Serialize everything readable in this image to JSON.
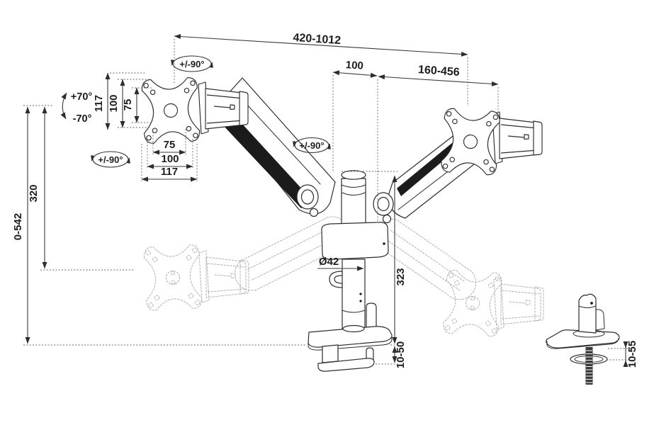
{
  "drawing": {
    "title": "dual-monitor-arm-dimension-drawing",
    "top": {
      "span_total": "420-1012",
      "span_center": "100",
      "span_arm": "160-456"
    },
    "vesa": {
      "v_outer": "117",
      "v_mid": "100",
      "v_inner": "75",
      "h_inner": "75",
      "h_mid": "100",
      "h_outer": "117"
    },
    "angles": {
      "tilt_up": "+70°",
      "tilt_down": "-70°",
      "rotate_top": "+/-90°",
      "rotate_side": "+/-90°",
      "rotate_mid": "+/-90°"
    },
    "height": {
      "range": "0-542",
      "lift": "320",
      "column": "323"
    },
    "pole": {
      "diameter": "Ø42"
    },
    "mounting": {
      "clamp_range": "10-50",
      "grommet_range": "10-55"
    },
    "colors": {
      "line": "#2d2d2d",
      "dimension": "#3a3a3a",
      "ghost": "#b3b3b3",
      "background": "#ffffff"
    }
  }
}
